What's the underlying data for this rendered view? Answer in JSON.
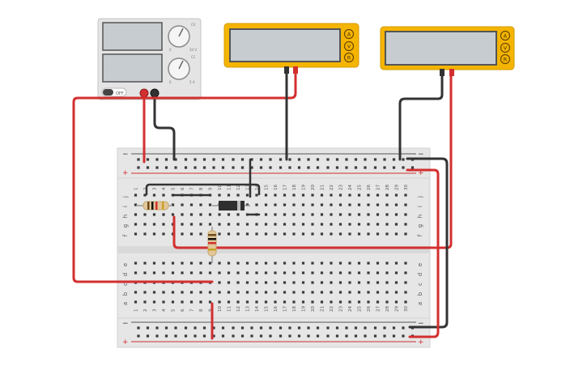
{
  "power_supply": {
    "off_label": "OFF",
    "knob_labels": [
      "0",
      "30 V",
      "0",
      "5 A"
    ],
    "side_labels": [
      "CV",
      "CC"
    ]
  },
  "multimeters": [
    {
      "buttons": [
        "A",
        "V",
        "R"
      ]
    },
    {
      "buttons": [
        "A",
        "V",
        "R"
      ]
    }
  ],
  "breadboard": {
    "row_letters_top": [
      "j",
      "i",
      "h",
      "g",
      "f"
    ],
    "row_letters_bottom": [
      "e",
      "d",
      "c",
      "b",
      "a"
    ],
    "column_numbers": [
      "1",
      "2",
      "3",
      "4",
      "5",
      "6",
      "7",
      "8",
      "9",
      "10",
      "11",
      "12",
      "13",
      "14",
      "15",
      "16",
      "17",
      "18",
      "19",
      "20",
      "21",
      "22",
      "23",
      "24",
      "25",
      "26",
      "27",
      "28",
      "29",
      "30"
    ],
    "rail_minus": "−",
    "rail_plus": "+"
  },
  "colors": {
    "red_wire": "#d32f2f",
    "black_wire": "#333333",
    "multimeter_body": "#f4b400",
    "lcd": "#c6ccd0",
    "board": "#e6e6e6"
  }
}
